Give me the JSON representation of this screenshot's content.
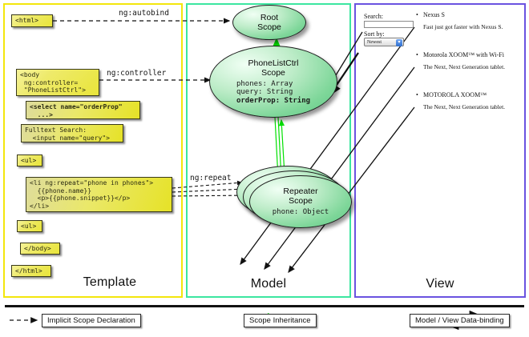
{
  "panels": {
    "template": {
      "label": "Template",
      "border_color": "#f3e60c"
    },
    "model": {
      "label": "Model",
      "border_color": "#3ce6a0"
    },
    "view": {
      "label": "View",
      "border_color": "#6a53e0"
    }
  },
  "template_code": [
    {
      "id": "html-open",
      "text": "<html>"
    },
    {
      "id": "body-open",
      "text": "<body\n ng:controller=\n \"PhoneListCtrl\">"
    },
    {
      "id": "select-order",
      "text": "<select name=\"orderProp\"\n  ...>"
    },
    {
      "id": "fulltext-search",
      "text": "Fulltext Search:\n  <input name=\"query\">"
    },
    {
      "id": "ul-open",
      "text": "<ul>"
    },
    {
      "id": "li-repeat",
      "text": "<li ng:repeat=\"phone in phones\">\n  {{phone.name}}\n  <p>{{phone.snippet}}</p>\n</li>"
    },
    {
      "id": "ul-close",
      "text": "<ul>"
    },
    {
      "id": "body-close",
      "text": "</body>"
    },
    {
      "id": "html-close",
      "text": "</html>"
    }
  ],
  "scopes": [
    {
      "id": "root-scope",
      "title_line1": "Root",
      "title_line2": "Scope",
      "props": []
    },
    {
      "id": "phonelistctrl-scope",
      "title_line1": "PhoneListCtrl",
      "title_line2": "Scope",
      "props": [
        {
          "text": "phones: Array",
          "bold": false
        },
        {
          "text": "query: String",
          "bold": false
        },
        {
          "text": "orderProp: String",
          "bold": true
        }
      ]
    },
    {
      "id": "repeater-scope",
      "title_line1": "Repeater",
      "title_line2": "Scope",
      "props": [
        {
          "text": "phone: Object",
          "bold": false
        }
      ]
    }
  ],
  "connectors": [
    {
      "id": "ng-autobind",
      "label": "ng:autobind"
    },
    {
      "id": "ng-controller",
      "label": "ng:controller"
    },
    {
      "id": "ng-repeat",
      "label": "ng:repeat"
    }
  ],
  "view": {
    "search_label": "Search:",
    "search_value": "",
    "search_placeholder": "",
    "sort_label": "Sort by:",
    "sort_selected": "Newest",
    "sort_options": [
      "Newest"
    ],
    "phones": [
      {
        "name": "Nexus S",
        "snippet": "Fast just got faster with Nexus S."
      },
      {
        "name": "Motorola XOOM™ with Wi-Fi",
        "snippet": "The Next, Next Generation tablet."
      },
      {
        "name": "MOTOROLA XOOM™",
        "snippet": "The Next, Next Generation tablet."
      }
    ]
  },
  "legend": [
    {
      "id": "implicit-scope-declaration",
      "label": "Implicit Scope Declaration",
      "line": "dashed-black"
    },
    {
      "id": "scope-inheritance",
      "label": "Scope Inheritance",
      "line": "solid-green"
    },
    {
      "id": "model-view-data-binding",
      "label": "Model / View Data-binding",
      "line": "double-black"
    }
  ],
  "colors": {
    "code_fill": "#e9e53a",
    "scope_fill": "#7fd79a",
    "inheritance_green": "#00e000",
    "template_border": "#f3e60c",
    "model_border": "#3ce6a0",
    "view_border": "#6a53e0"
  }
}
